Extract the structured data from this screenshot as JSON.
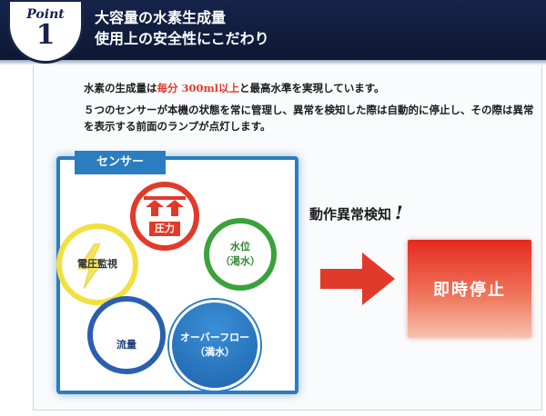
{
  "header": {
    "point_word": "Point",
    "point_number": "1",
    "title_line1": "大容量の水素生成量",
    "title_line2": "使用上の安全性にこだわり"
  },
  "description": {
    "line1_pre": "水素の生成量は",
    "line1_highlight": "毎分 300ml以上",
    "line1_post": "と最高水準を実現しています。",
    "line2": "５つのセンサーが本機の状態を常に管理し、異常を検知した際は自動的に停止し、その際は異常を表示する前面のランプが点灯します。"
  },
  "sensor_panel": {
    "tab_label": "センサー",
    "sensors": {
      "pressure": "圧力",
      "water_level_line1": "水位",
      "water_level_line2": "（渇水）",
      "voltage": "電圧監視",
      "flow": "流量",
      "overflow_line1": "オーバーフロー",
      "overflow_line2": "（満水）"
    }
  },
  "detection": {
    "label": "動作異常検知",
    "mark": "!"
  },
  "result": {
    "label": "即時停止"
  },
  "colors": {
    "navy": "#16244a",
    "accent_red": "#e23a2a",
    "panel_blue": "#2a7dc0",
    "green": "#3aa23a",
    "yellow": "#f2e042"
  }
}
